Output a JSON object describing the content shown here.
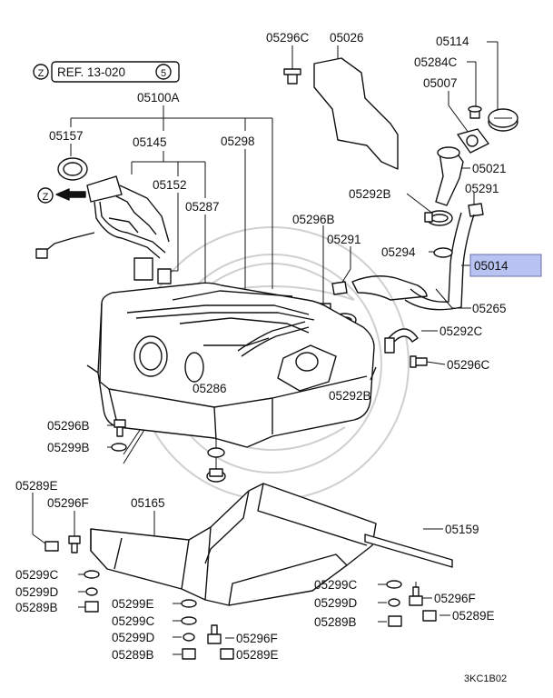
{
  "reference": {
    "prefix_symbol": "Z",
    "text": "REF. 13-020",
    "page_symbol": "5"
  },
  "arrow_symbol": "Z",
  "highlight_color": "#b9c3f2",
  "diagram_code": "3KC1B02",
  "parts": {
    "p05296C_top": "05296C",
    "p05026": "05026",
    "p05114": "05114",
    "p05284C": "05284C",
    "p05007": "05007",
    "p05100A": "05100A",
    "p05157": "05157",
    "p05145": "05145",
    "p05298": "05298",
    "p05152": "05152",
    "p05287": "05287",
    "p05021": "05021",
    "p05292B_top": "05292B",
    "p05291_right": "05291",
    "p05296B_top": "05296B",
    "p05291_mid": "05291",
    "p05294": "05294",
    "p05014": "05014",
    "p05265": "05265",
    "p05292C": "05292C",
    "p05296C_right": "05296C",
    "p05286": "05286",
    "p05292B_bottom": "05292B",
    "p05296B_left": "05296B",
    "p05299B": "05299B",
    "p05289E_left": "05289E",
    "p05296F_left": "05296F",
    "p05165": "05165",
    "p05159": "05159",
    "p05299C_left": "05299C",
    "p05299D_left": "05299D",
    "p05289B_left": "05289B",
    "p05299E": "05299E",
    "p05299C_mid": "05299C",
    "p05296F_mid": "05296F",
    "p05299D_mid": "05299D",
    "p05289B_mid": "05289B",
    "p05289E_mid": "05289E",
    "p05299C_right": "05299C",
    "p05296F_right": "05296F",
    "p05299D_right": "05299D",
    "p05289E_right": "05289E",
    "p05289B_right": "05289B"
  }
}
